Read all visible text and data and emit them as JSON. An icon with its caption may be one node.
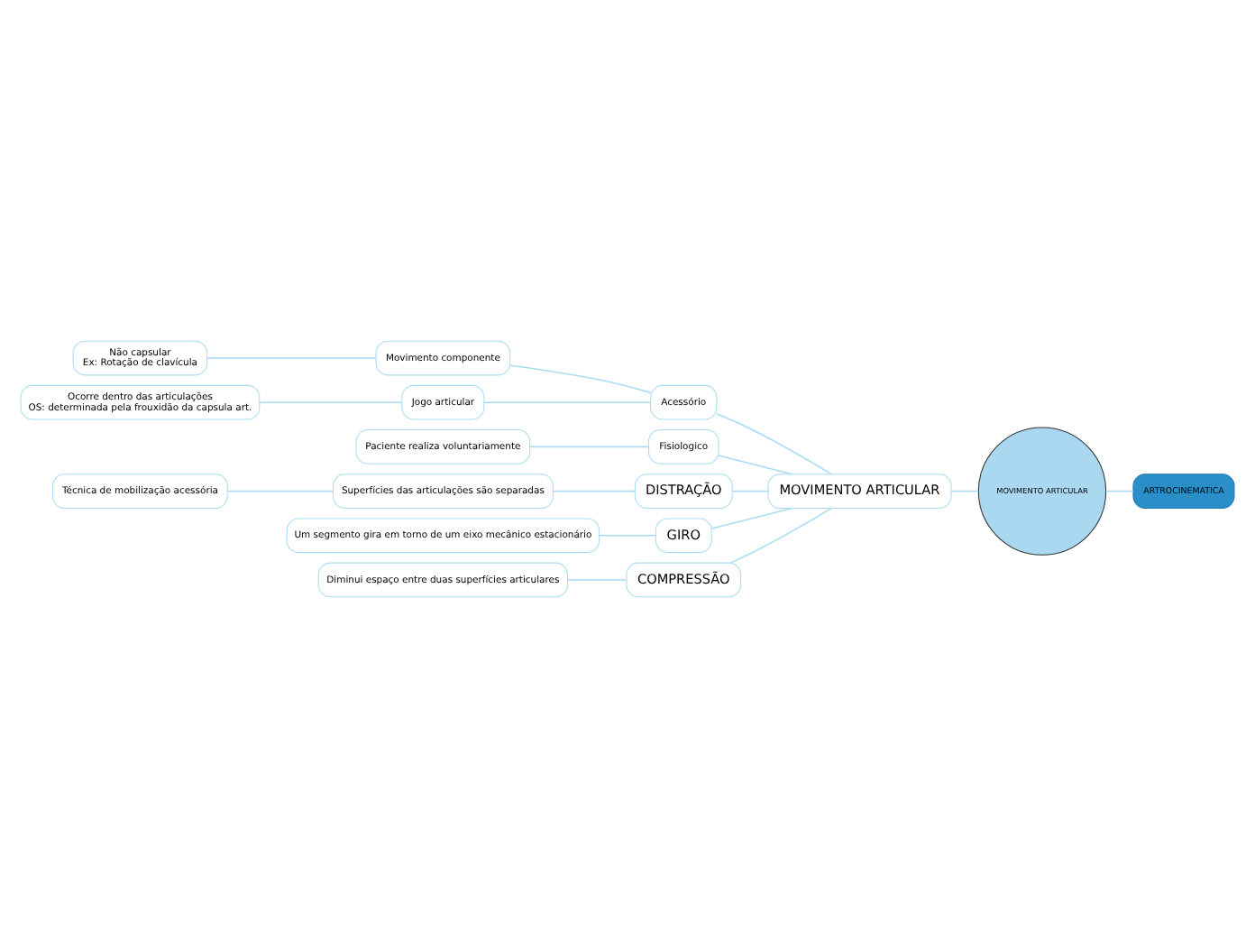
{
  "diagram": {
    "nodes": [
      {
        "text": [
          "ARTROCINEMATICA"
        ]
      },
      {
        "text": [
          "MOVIMENTO ARTICULAR"
        ]
      },
      {
        "text": [
          "MOVIMENTO ARTICULAR"
        ]
      },
      {
        "text": [
          "Acessório"
        ]
      },
      {
        "text": [
          "Movimento componente"
        ]
      },
      {
        "text": [
          "Não capsular",
          "Ex: Rotação de clavícula"
        ]
      },
      {
        "text": [
          "Jogo articular"
        ]
      },
      {
        "text": [
          "Ocorre dentro das articulações",
          "OS: determinada pela frouxidão da capsula art."
        ]
      },
      {
        "text": [
          "Fisiologico"
        ]
      },
      {
        "text": [
          "Paciente realiza voluntariamente"
        ]
      },
      {
        "text": [
          "DISTRAÇÃO"
        ]
      },
      {
        "text": [
          "Superfícies das articulações são separadas"
        ]
      },
      {
        "text": [
          "Técnica de mobilização acessória"
        ]
      },
      {
        "text": [
          "GIRO"
        ]
      },
      {
        "text": [
          "Um segmento gira em torno de um eixo mecânico estacionário"
        ]
      },
      {
        "text": [
          "COMPRESSÃO"
        ]
      },
      {
        "text": [
          "Diminui espaço entre duas superfícies articulares"
        ]
      }
    ],
    "edges": [
      {
        "from": 0,
        "to": 1,
        "arrow": "none"
      },
      {
        "from": 1,
        "to": 2,
        "arrow": "none"
      },
      {
        "from": 2,
        "to": 3,
        "arrow": "none"
      },
      {
        "from": 3,
        "to": 4,
        "arrow": "none"
      },
      {
        "from": 4,
        "to": 5,
        "arrow": "none"
      },
      {
        "from": 3,
        "to": 6,
        "arrow": "none"
      },
      {
        "from": 6,
        "to": 7,
        "arrow": "none"
      },
      {
        "from": 2,
        "to": 8,
        "arrow": "none"
      },
      {
        "from": 8,
        "to": 9,
        "arrow": "none"
      },
      {
        "from": 2,
        "to": 10,
        "arrow": "none"
      },
      {
        "from": 10,
        "to": 11,
        "arrow": "none"
      },
      {
        "from": 11,
        "to": 12,
        "arrow": "none"
      },
      {
        "from": 2,
        "to": 13,
        "arrow": "none"
      },
      {
        "from": 13,
        "to": 14,
        "arrow": "none"
      },
      {
        "from": 2,
        "to": 15,
        "arrow": "none"
      },
      {
        "from": 15,
        "to": 16,
        "arrow": "none"
      }
    ]
  }
}
